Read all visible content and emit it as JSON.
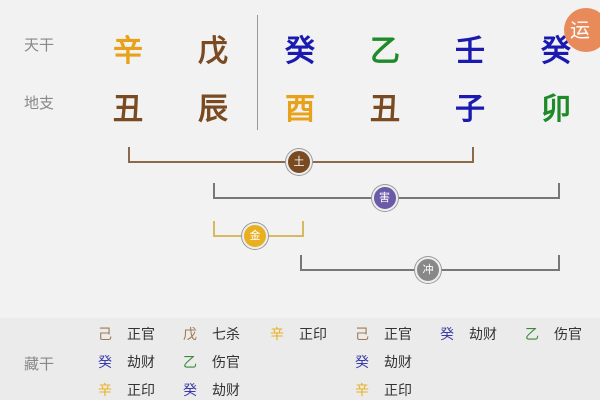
{
  "labels": {
    "tiangan": "天干",
    "dizhi": "地支",
    "canggan": "藏干"
  },
  "yun_button": "运",
  "tiangan": [
    {
      "c": "辛",
      "color": "#e8a21a"
    },
    {
      "c": "戊",
      "color": "#7a4a22"
    },
    {
      "c": "癸",
      "color": "#1a1ab0"
    },
    {
      "c": "乙",
      "color": "#1f8a2a"
    },
    {
      "c": "壬",
      "color": "#1a1ab0"
    },
    {
      "c": "癸",
      "color": "#1a1ab0"
    }
  ],
  "dizhi": [
    {
      "c": "丑",
      "color": "#7a4a22"
    },
    {
      "c": "辰",
      "color": "#7a4a22"
    },
    {
      "c": "酉",
      "color": "#e8a21a"
    },
    {
      "c": "丑",
      "color": "#7a4a22"
    },
    {
      "c": "子",
      "color": "#1a1ab0"
    },
    {
      "c": "卯",
      "color": "#1f8a2a"
    }
  ],
  "relations": [
    {
      "label": "土",
      "from": 0,
      "to": 4,
      "color": "#7a4a22"
    },
    {
      "label": "害",
      "from": 1,
      "to": 5,
      "color": "#6b5aa8"
    },
    {
      "label": "金",
      "from": 1,
      "to": 2,
      "color": "#e8b020"
    },
    {
      "label": "冲",
      "from": 2,
      "to": 5,
      "color": "#888888"
    }
  ],
  "canggan": [
    [
      {
        "c": "己",
        "t": "正官",
        "color": "#a07a50"
      },
      {
        "c": "癸",
        "t": "劫财",
        "color": "#3a3aa8"
      },
      {
        "c": "辛",
        "t": "正印",
        "color": "#e8b020"
      }
    ],
    [
      {
        "c": "戊",
        "t": "七杀",
        "color": "#a07a50"
      },
      {
        "c": "乙",
        "t": "伤官",
        "color": "#3a8a3a"
      },
      {
        "c": "癸",
        "t": "劫财",
        "color": "#3a3aa8"
      }
    ],
    [
      {
        "c": "辛",
        "t": "正印",
        "color": "#e8b020"
      }
    ],
    [
      {
        "c": "己",
        "t": "正官",
        "color": "#a07a50"
      },
      {
        "c": "癸",
        "t": "劫财",
        "color": "#3a3aa8"
      },
      {
        "c": "辛",
        "t": "正印",
        "color": "#e8b020"
      }
    ],
    [
      {
        "c": "癸",
        "t": "劫财",
        "color": "#3a3aa8"
      }
    ],
    [
      {
        "c": "乙",
        "t": "伤官",
        "color": "#3a8a3a"
      }
    ]
  ]
}
